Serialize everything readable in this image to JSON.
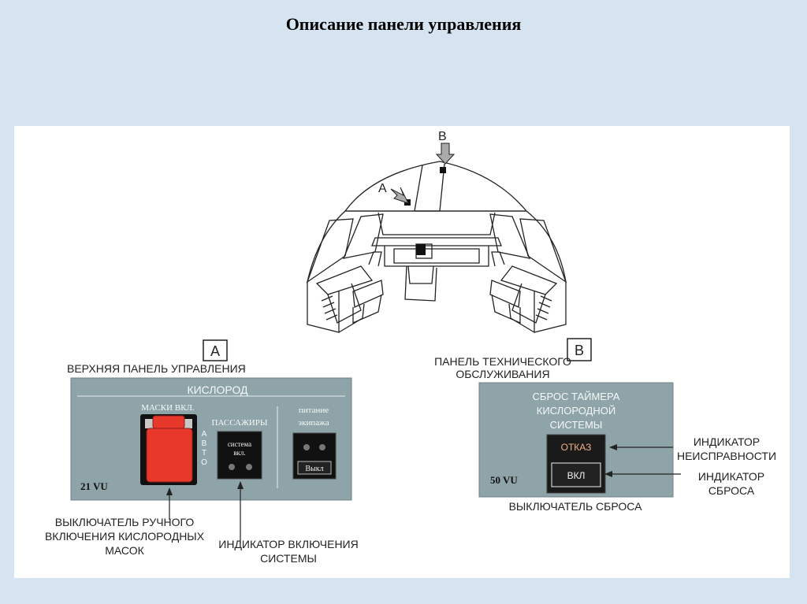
{
  "slide": {
    "title": "Описание панели управления"
  },
  "cockpit": {
    "marker_a": "A",
    "marker_b": "B"
  },
  "panel_a": {
    "box_label": "A",
    "header": "ВЕРХНЯЯ ПАНЕЛЬ УПРАВЛЕНИЯ",
    "title": "КИСЛОРОД",
    "masks_label": "МАСКИ ВКЛ.",
    "auto_letters": [
      "А",
      "В",
      "Т",
      "О"
    ],
    "passengers_label": "ПАССАЖИРЫ",
    "system_on_line1": "система",
    "system_on_line2": "вкл.",
    "crew_power_line1": "питание",
    "crew_power_line2": "экипажа",
    "off_button": "Выкл",
    "panel_code": "21 VU",
    "callout_switch_1": "ВЫКЛЮЧАТЕЛЬ РУЧНОГО",
    "callout_switch_2": "ВКЛЮЧЕНИЯ КИСЛОРОДНЫХ",
    "callout_switch_3": "МАСОК",
    "callout_indicator_1": "ИНДИКАТОР ВКЛЮЧЕНИЯ",
    "callout_indicator_2": "СИСТЕМЫ"
  },
  "panel_b": {
    "box_label": "B",
    "header_1": "ПАНЕЛЬ ТЕХНИЧЕСКОГО",
    "header_2": "ОБСЛУЖИВАНИЯ",
    "title_1": "СБРОС ТАЙМЕРА",
    "title_2": "КИСЛОРОДНОЙ",
    "title_3": "СИСТЕМЫ",
    "fault_label": "ОТКАЗ",
    "on_label": "ВКЛ",
    "panel_code": "50 VU",
    "callout_fault_1": "ИНДИКАТОР",
    "callout_fault_2": "НЕИСПРАВНОСТИ",
    "callout_reset_1": "ИНДИКАТОР",
    "callout_reset_2": "СБРОСА",
    "callout_switch": "ВЫКЛЮЧАТЕЛЬ СБРОСА"
  },
  "colors": {
    "background": "#d6e3f1",
    "panel": "#8fa4a8",
    "mask_switch": "#e8382b",
    "fault_text": "#f0b088"
  }
}
